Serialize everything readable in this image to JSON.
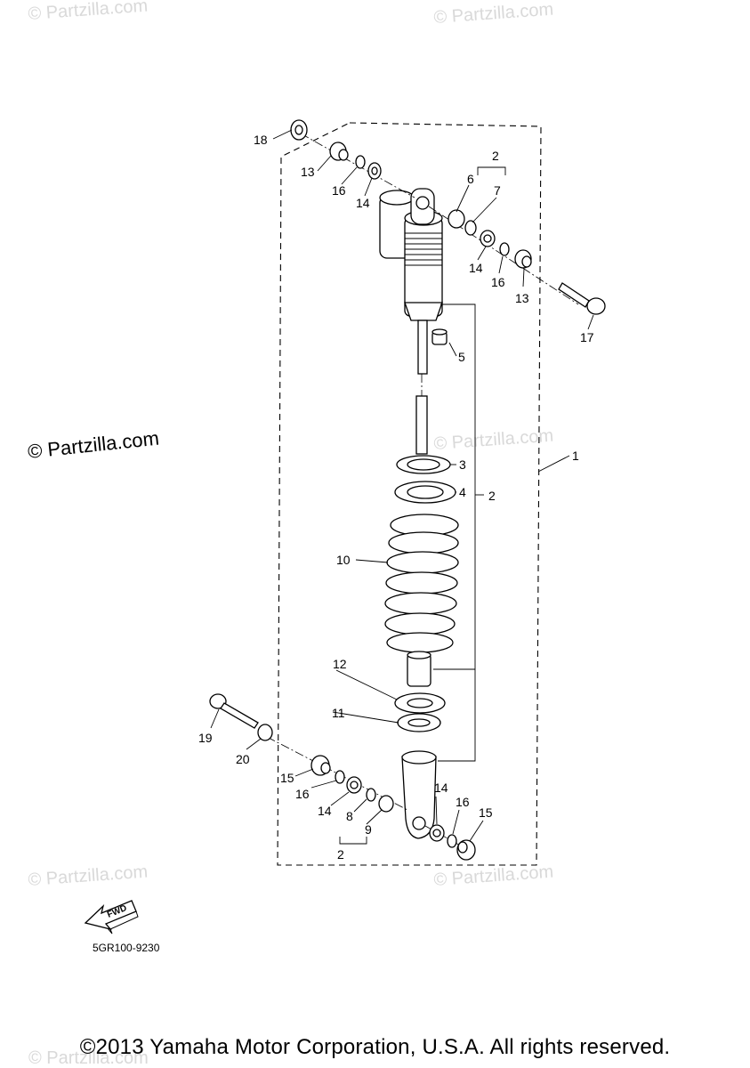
{
  "watermarks": [
    "© Partzilla.com",
    "© Partzilla.com",
    "© Partzilla.com",
    "© Partzilla.com",
    "© Partzilla.com",
    "© Partzilla.com",
    "© Partzilla.com"
  ],
  "callouts": {
    "c1": "1",
    "c2_top": "2",
    "c2_mid": "2",
    "c2_bot": "2",
    "c3": "3",
    "c4": "4",
    "c5": "5",
    "c6": "6",
    "c7": "7",
    "c8": "8",
    "c9": "9",
    "c10": "10",
    "c11": "11",
    "c12": "12",
    "c13_a": "13",
    "c13_b": "13",
    "c14_a": "14",
    "c14_b": "14",
    "c14_c": "14",
    "c14_d": "14",
    "c15_a": "15",
    "c15_b": "15",
    "c16_a": "16",
    "c16_b": "16",
    "c16_c": "16",
    "c16_d": "16",
    "c17": "17",
    "c18": "18",
    "c19": "19",
    "c20": "20"
  },
  "fwd_label": "FWD",
  "diagram_code": "5GR100-9230",
  "copyright": "©2013 Yamaha Motor Corporation, U.S.A. All rights reserved."
}
